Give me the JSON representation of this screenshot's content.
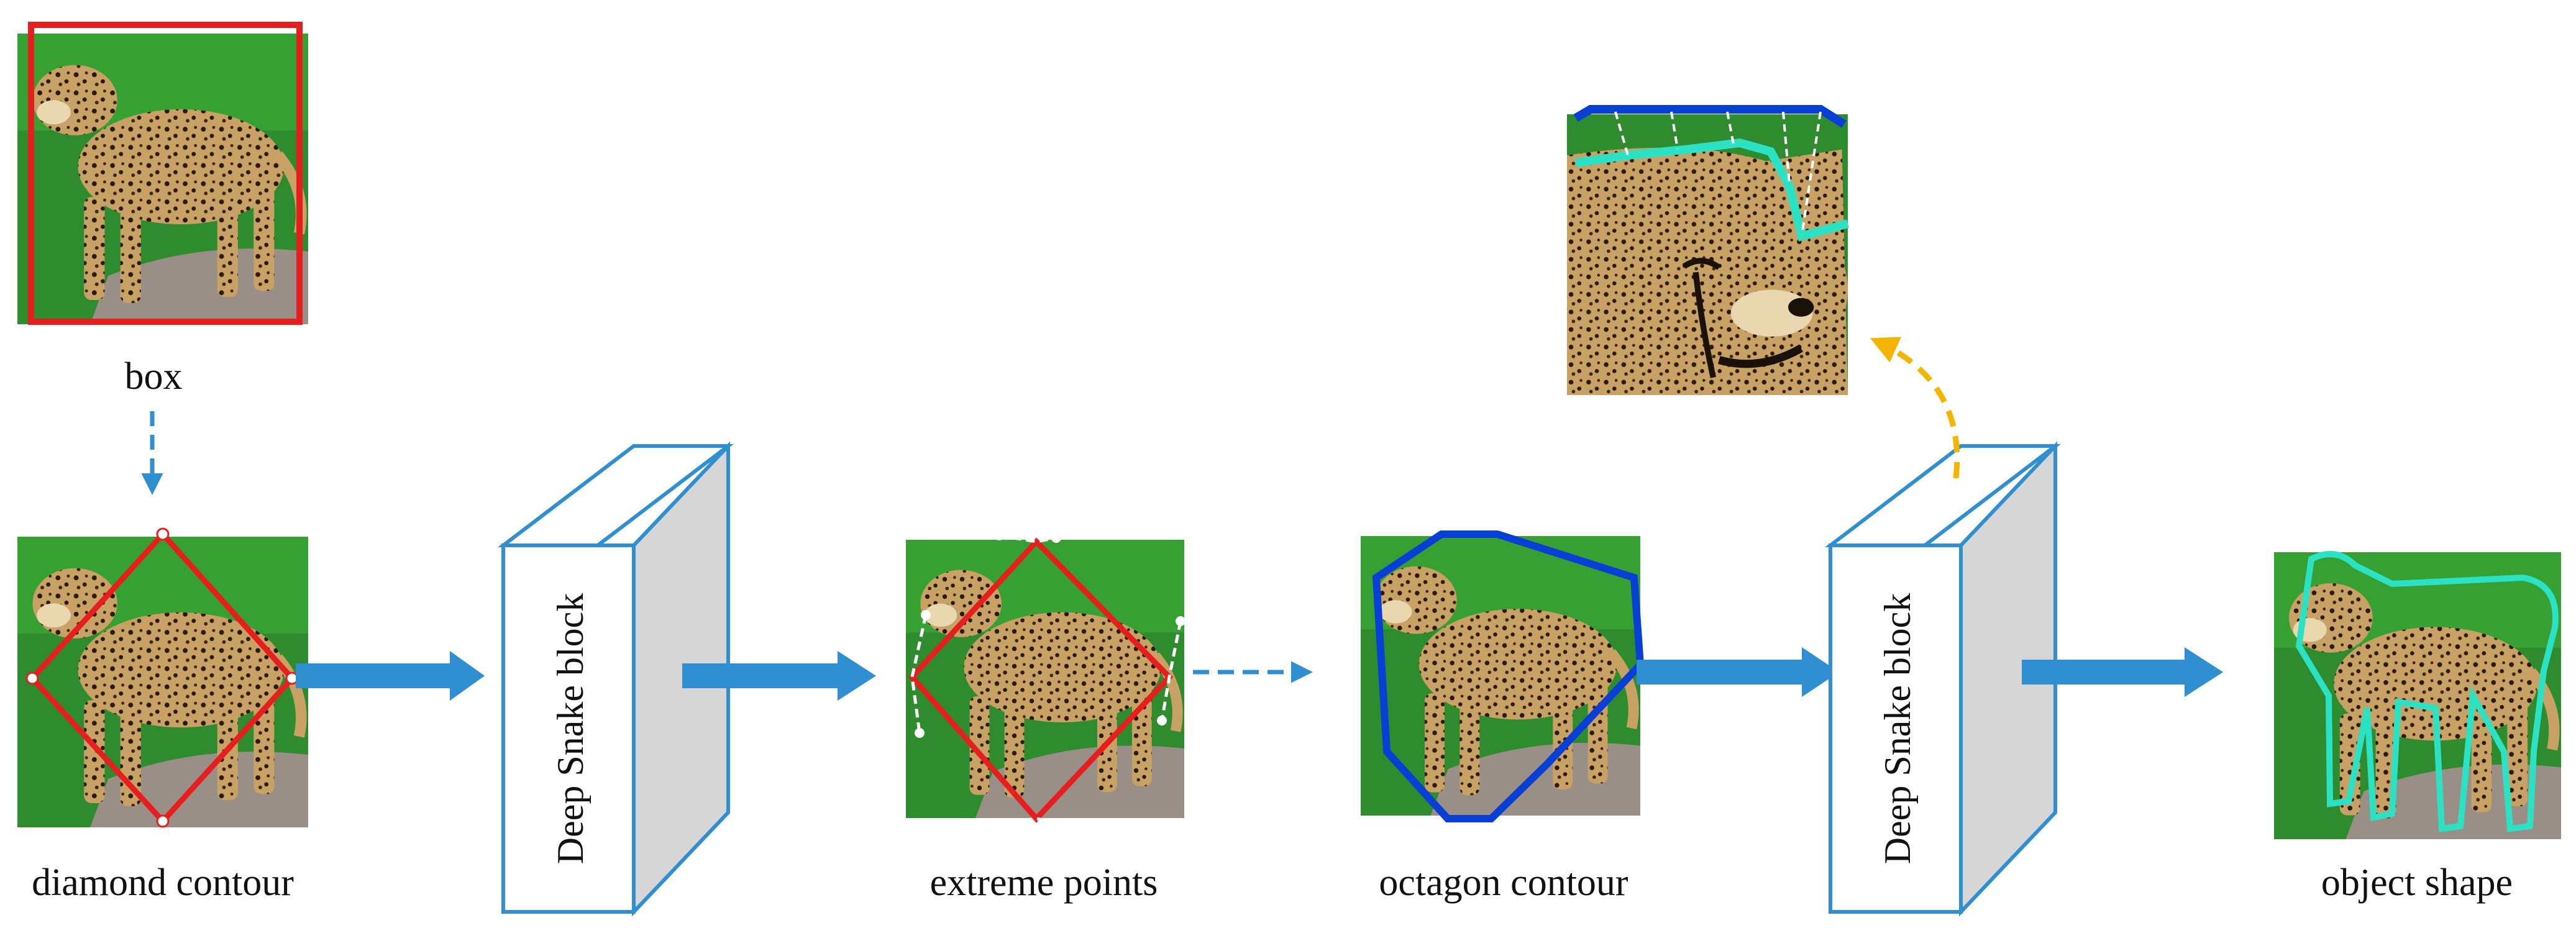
{
  "labels": {
    "box": "box",
    "diamond": "diamond contour",
    "extreme": "extreme points",
    "octagon": "octagon contour",
    "shape": "object shape"
  },
  "blocks": {
    "first": "Deep Snake block",
    "second": "Deep Snake block"
  },
  "colors": {
    "arrow_blue": "#2F8FD0",
    "arrow_yellow": "#F4B400",
    "box_red": "#E61E1E",
    "octagon_blue": "#0A3FD6",
    "shape_cyan": "#2BE3C4",
    "block_edge": "#2F8FD0",
    "block_side": "#D6D6D6",
    "grass": "#2E8B2E",
    "cheetah": "#C8A165",
    "rock": "#9A8F86"
  },
  "icons": [
    "cheetah-photo",
    "deep-snake-block",
    "arrow-right",
    "arrow-down-dashed",
    "arrow-curved-dashed"
  ]
}
